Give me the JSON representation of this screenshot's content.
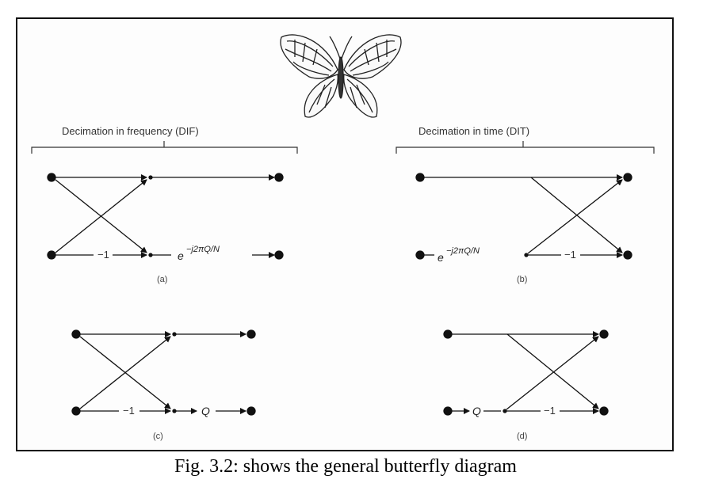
{
  "caption": "Fig. 3.2: shows the general butterfly diagram",
  "headers": {
    "dif": "Decimation in frequency (DIF)",
    "dit": "Decimation in time (DIT)"
  },
  "panels": {
    "a": {
      "label": "(a)",
      "minus_one": "−1",
      "twiddle_base": "e",
      "twiddle_exp": "−j2πQ/N"
    },
    "b": {
      "label": "(b)",
      "minus_one": "−1",
      "twiddle_base": "e",
      "twiddle_exp": "−j2πQ/N"
    },
    "c": {
      "label": "(c)",
      "minus_one": "−1",
      "twiddle": "Q"
    },
    "d": {
      "label": "(d)",
      "minus_one": "−1",
      "twiddle": "Q"
    }
  },
  "colors": {
    "ink": "#111111",
    "frame": "#111111"
  }
}
